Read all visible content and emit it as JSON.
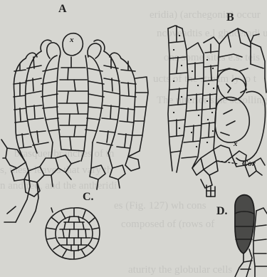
{
  "figure": {
    "panel_labels": {
      "a": "A",
      "b": "B",
      "c": "C.",
      "d": "D."
    },
    "annotations": {
      "apical_cell": "x",
      "cortex_mark": "x",
      "cortex_label": "Cor"
    },
    "bleed_through_text": [
      "eridia) (archegonia) occur",
      "ncoveadtis e.l ghuceradi ue",
      "ons some sites e.s. teis",
      "ucts of the stream ly to t",
      "The ulterior side scrolling",
      "brasquer branches of th",
      "s, these leaves that vary th",
      "n and red, and the antheridi",
      "es (Fig. 127) wh cons",
      "composed of (rows of",
      "aturity the globular cells"
    ]
  }
}
